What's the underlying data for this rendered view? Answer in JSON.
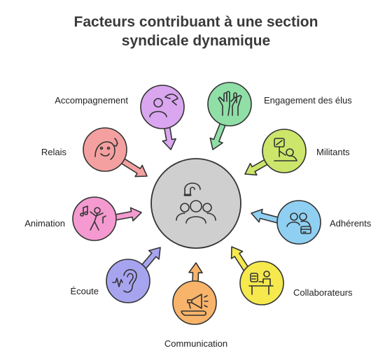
{
  "title": {
    "line1": "Facteurs contribuant à une section",
    "line2": "syndicale dynamique"
  },
  "center": {
    "color": "#cfcfcf",
    "icon": "team-magnet-icon"
  },
  "factors": [
    {
      "label": "Accompagnement",
      "color": "#d9a6ef",
      "icon": "support-person-icon"
    },
    {
      "label": "Engagement des élus",
      "color": "#8fdfa6",
      "icon": "raised-hands-icon"
    },
    {
      "label": "Militants",
      "color": "#cbe66a",
      "icon": "protest-sign-icon"
    },
    {
      "label": "Adhérents",
      "color": "#8fd0f2",
      "icon": "members-card-icon"
    },
    {
      "label": "Collaborateurs",
      "color": "#f5e94e",
      "icon": "collaborator-desk-icon"
    },
    {
      "label": "Communication",
      "color": "#f8b46a",
      "icon": "megaphone-icon"
    },
    {
      "label": "Écoute",
      "color": "#a7a4ef",
      "icon": "ear-icon"
    },
    {
      "label": "Animation",
      "color": "#f49ad0",
      "icon": "music-dancer-icon"
    },
    {
      "label": "Relais",
      "color": "#f5a0a0",
      "icon": "relay-face-icon"
    }
  ]
}
